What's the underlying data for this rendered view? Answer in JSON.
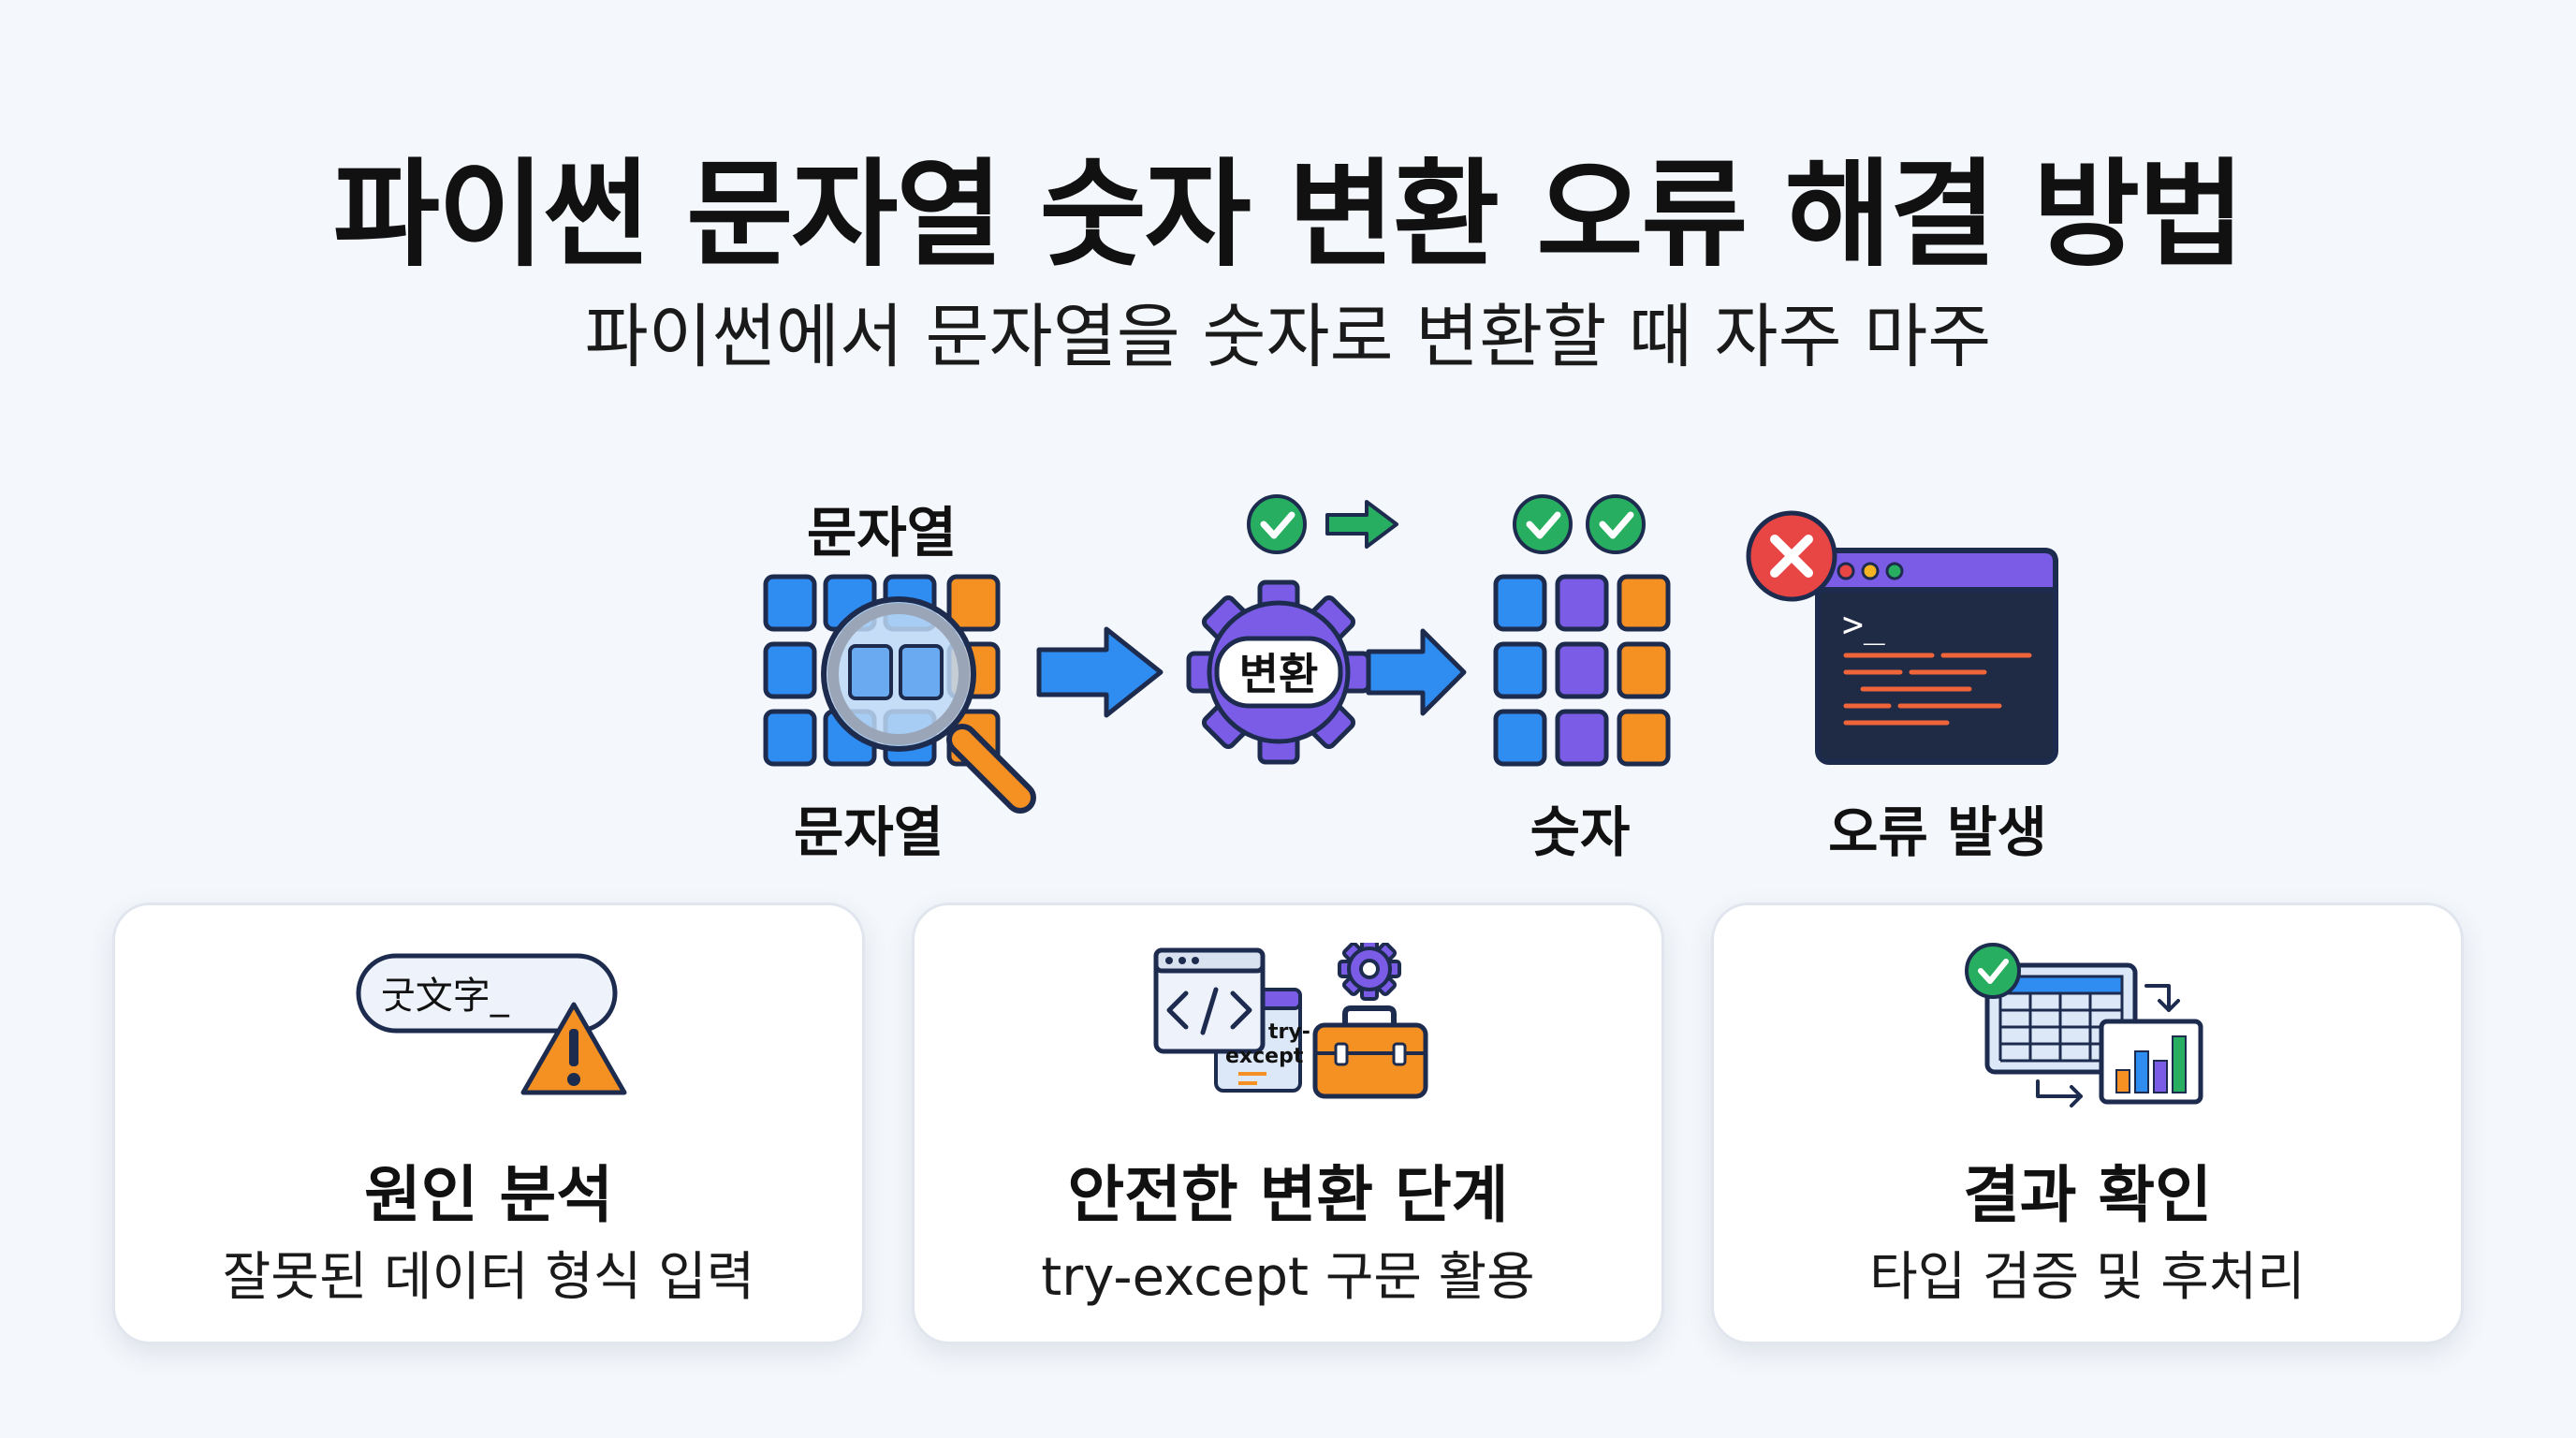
{
  "header": {
    "title": "파이썬 문자열 숫자 변환 오류 해결 방법",
    "subtitle": "파이썬에서 문자열을 숫자로 변환할 때 자주 마주"
  },
  "flow": {
    "string_top_label": "문자열",
    "string_bottom_label": "문자열",
    "gear_label": "변환",
    "number_label": "숫자",
    "error_label": "오류 발생",
    "terminal_prompt": ">_"
  },
  "cards": [
    {
      "title": "원인 분석",
      "desc": "잘못된 데이터 형식 입력",
      "icon_text": "굿文字_"
    },
    {
      "title": "안전한 변환 단계",
      "desc": "try-except 구문 활용",
      "icon_text_1": "try-",
      "icon_text_2": "except"
    },
    {
      "title": "결과 확인",
      "desc": "타입 검증 및 후처리"
    }
  ],
  "colors": {
    "blue": "#2f8cf0",
    "purple": "#7a5ce6",
    "orange": "#f59023",
    "green": "#27ae60",
    "red": "#e84545",
    "dark": "#1f2a44",
    "outline": "#1d2b4f"
  }
}
